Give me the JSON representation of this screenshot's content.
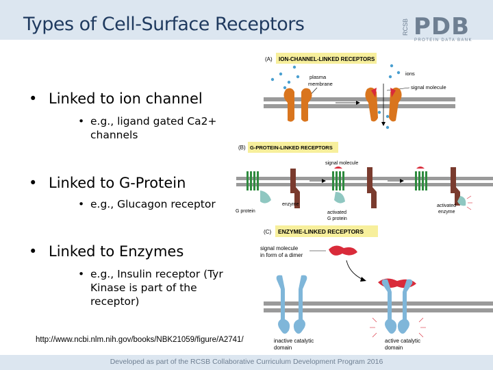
{
  "slide": {
    "title": "Types of Cell-Surface Receptors",
    "logo": {
      "rcsb": "RCSB",
      "pdb": "PDB",
      "tagline": "PROTEIN DATA BANK"
    },
    "bullets": [
      {
        "text": "Linked to ion channel",
        "sub": "e.g., ligand gated Ca2+ channels"
      },
      {
        "text": "Linked to G-Protein",
        "sub": "e.g., Glucagon receptor"
      },
      {
        "text": "Linked to Enzymes",
        "sub": "e.g., Insulin receptor (Tyr Kinase is part of the receptor)"
      }
    ],
    "source_url": "http://www.ncbi.nlm.nih.gov/books/NBK21059/figure/A2741/",
    "footer": "Developed as part of the RCSB Collaborative Curriculum Development Program 2016"
  },
  "figure": {
    "panel_a": {
      "letter": "(A)",
      "heading": "ION-CHANNEL-LINKED RECEPTORS",
      "label_membrane_1": "plasma",
      "label_membrane_2": "membrane",
      "label_ions": "ions",
      "label_signal": "signal molecule"
    },
    "panel_b": {
      "letter": "(B)",
      "heading": "G-PROTEIN-LINKED RECEPTORS",
      "label_signal": "signal molecule",
      "label_gprotein": "G protein",
      "label_enzyme": "enzyme",
      "label_activated_g_1": "activated",
      "label_activated_g_2": "G protein",
      "label_activated_e_1": "activated",
      "label_activated_e_2": "enzyme"
    },
    "panel_c": {
      "letter": "(C)",
      "heading": "ENZYME-LINKED RECEPTORS",
      "label_signal_1": "signal molecule",
      "label_signal_2": "in form of a dimer",
      "label_inactive_1": "inactive catalytic",
      "label_inactive_2": "domain",
      "label_active_1": "active catalytic",
      "label_active_2": "domain"
    },
    "colors": {
      "membrane": "#9a9a9a",
      "channel": "#d9751e",
      "signal": "#d92b3a",
      "ion": "#4a9fd0",
      "receptor7tm": "#2e8b3e",
      "enzyme": "#7a3b2e",
      "receptor_tk": "#7fb6d9",
      "highlight": "#f7ef9c"
    }
  }
}
